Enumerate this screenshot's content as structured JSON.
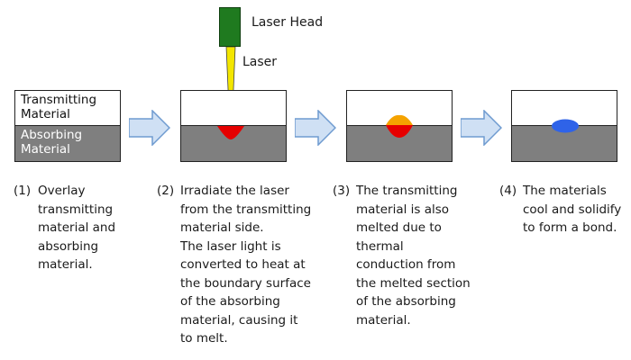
{
  "colors": {
    "absorbing": "#7f7f7f",
    "arrow_fill": "#cfe0f4",
    "arrow_stroke": "#6f9bd0",
    "laser_head": "#1f7a1f",
    "laser_beam": "#f3e600",
    "melt_red": "#e60000",
    "melt_orange": "#f5a300",
    "bond_blue": "#2f63e8"
  },
  "labels": {
    "laser_head": "Laser Head",
    "laser": "Laser",
    "transmitting_material": "Transmitting\nMaterial",
    "absorbing_material": "Absorbing\nMaterial"
  },
  "steps": [
    {
      "num": "(1)",
      "text": "Overlay\ntransmitting\nmaterial and\nabsorbing\nmaterial."
    },
    {
      "num": "(2)",
      "text": "Irradiate the laser\nfrom the transmitting\nmaterial side.\nThe laser light is\nconverted to heat at\nthe boundary surface\nof the absorbing\nmaterial, causing it\nto melt."
    },
    {
      "num": "(3)",
      "text": "The transmitting\nmaterial is also\nmelted due to\nthermal\nconduction from\nthe melted section\nof the absorbing\nmaterial."
    },
    {
      "num": "(4)",
      "text": "The materials\ncool and solidify\nto form a bond."
    }
  ]
}
